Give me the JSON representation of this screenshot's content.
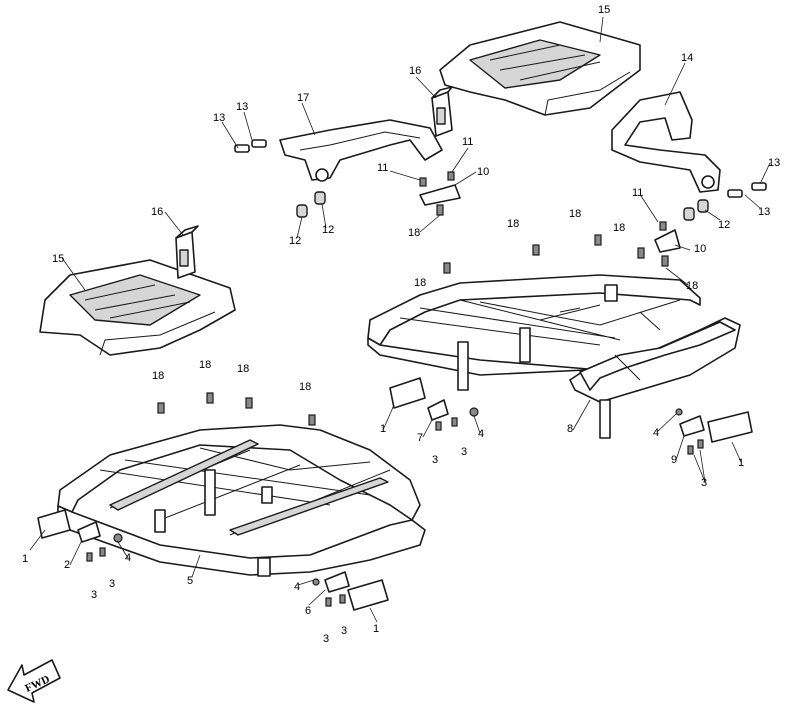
{
  "diagram": {
    "fwd_label": "FWD",
    "parts": {
      "p1": "1",
      "p2": "2",
      "p3": "3",
      "p4": "4",
      "p5": "5",
      "p6": "6",
      "p7": "7",
      "p8": "8",
      "p9": "9",
      "p10": "10",
      "p11": "11",
      "p12": "12",
      "p13": "13",
      "p14": "14",
      "p15": "15",
      "p16": "16",
      "p17": "17",
      "p18": "18"
    }
  }
}
